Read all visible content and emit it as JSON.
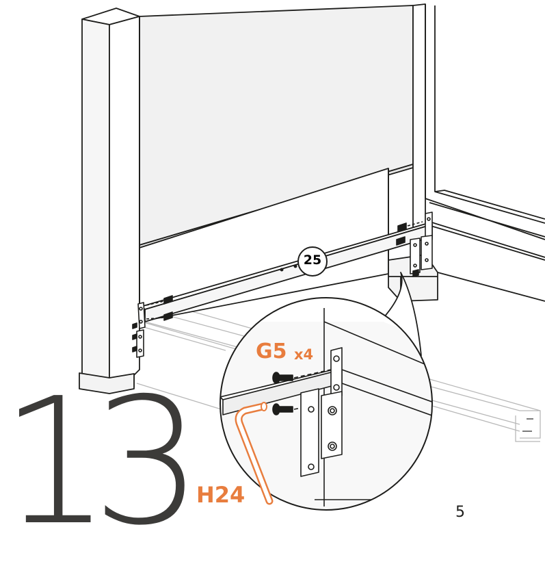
{
  "step": {
    "number": "13"
  },
  "page": {
    "number": "5"
  },
  "part_callout": {
    "id": "25"
  },
  "hardware": {
    "screw_code": "G5",
    "screw_quantity": "x4",
    "tool_code": "H24"
  },
  "colors": {
    "accent": "#e87d3e",
    "line": "#1d1d1b",
    "panel_fill": "#f1f1f1",
    "ghost_line": "#b8b8b8",
    "text_dark": "#3c3b39"
  }
}
